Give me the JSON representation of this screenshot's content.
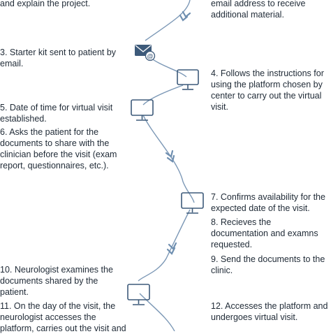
{
  "steps": {
    "s2_fragment": "and explain the project.",
    "s1_fragment": "email address to receive\nadditional material.",
    "s3": "3. Starter kit sent to patient by\nemail.",
    "s4": "4. Follows the instructions for\nusing the platform chosen by\ncenter to carry out the virtual\nvisit.",
    "s5": "5. Date of time for virtual visit\nestablished.",
    "s6": "6. Asks the patient for the\ndocuments to share with the\nclinician before the visit (exam\nreport, questionnaires, etc.).",
    "s7": "7. Confirms availability for the\nexpected date of the visit.",
    "s8": "8. Recieves the\ndocumentation and examns\nrequested.",
    "s9": "9. Send the documents to the\nclinic.",
    "s10": "10. Neurologist examines the\ndocuments shared by the\npatient.",
    "s11": "11. On the day of the visit, the\nneurologist accesses the\nplatform, carries out the visit and",
    "s12": "12. Accesses the platform and\nundergoes virtual visit."
  },
  "icons": [
    "email-icon",
    "monitor-icon"
  ],
  "colors": {
    "path": "#6f8fb0",
    "icon": "#3d5a7a",
    "text": "#1f2a36"
  }
}
